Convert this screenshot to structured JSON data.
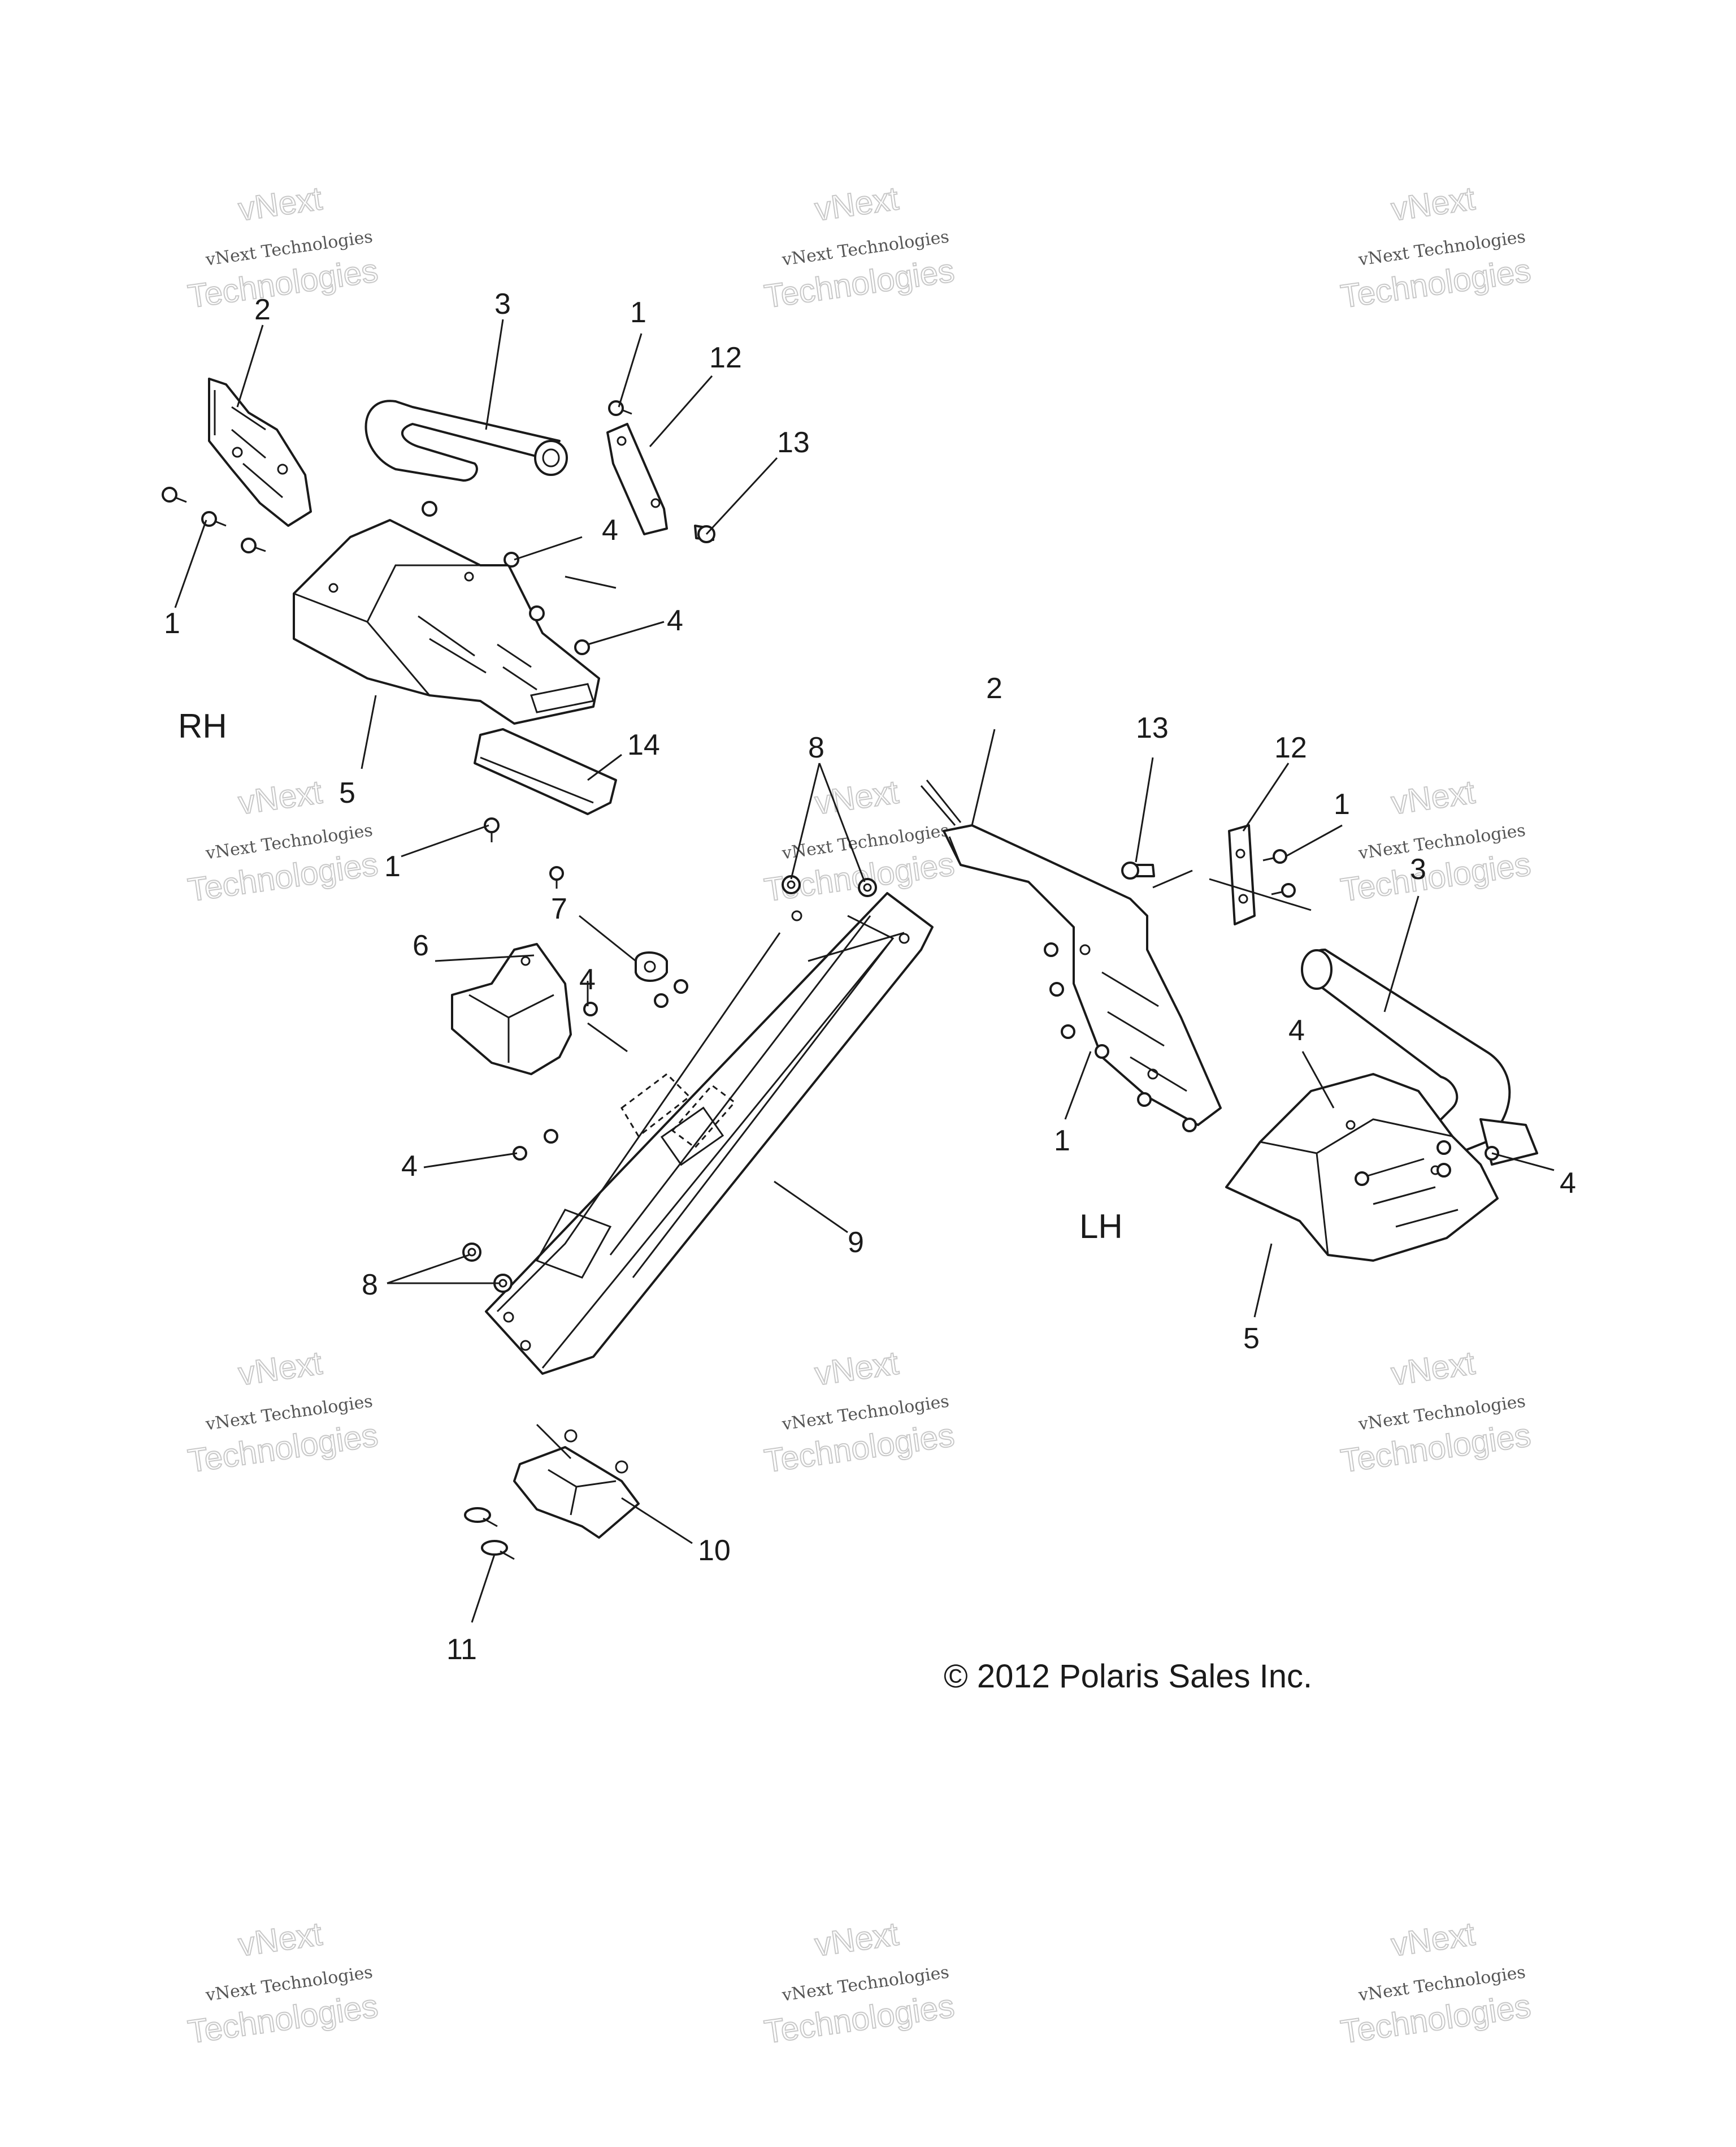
{
  "diagram": {
    "callouts": [
      "1",
      "2",
      "3",
      "4",
      "5",
      "6",
      "7",
      "8",
      "9",
      "10",
      "11",
      "12",
      "13",
      "14"
    ],
    "side_labels": {
      "rh": "RH",
      "lh": "LH"
    },
    "copyright": "© 2012 Polaris Sales Inc.",
    "watermark": {
      "line1": "vNext Technologies",
      "line2": "Technologies",
      "line3": "vNext"
    }
  }
}
